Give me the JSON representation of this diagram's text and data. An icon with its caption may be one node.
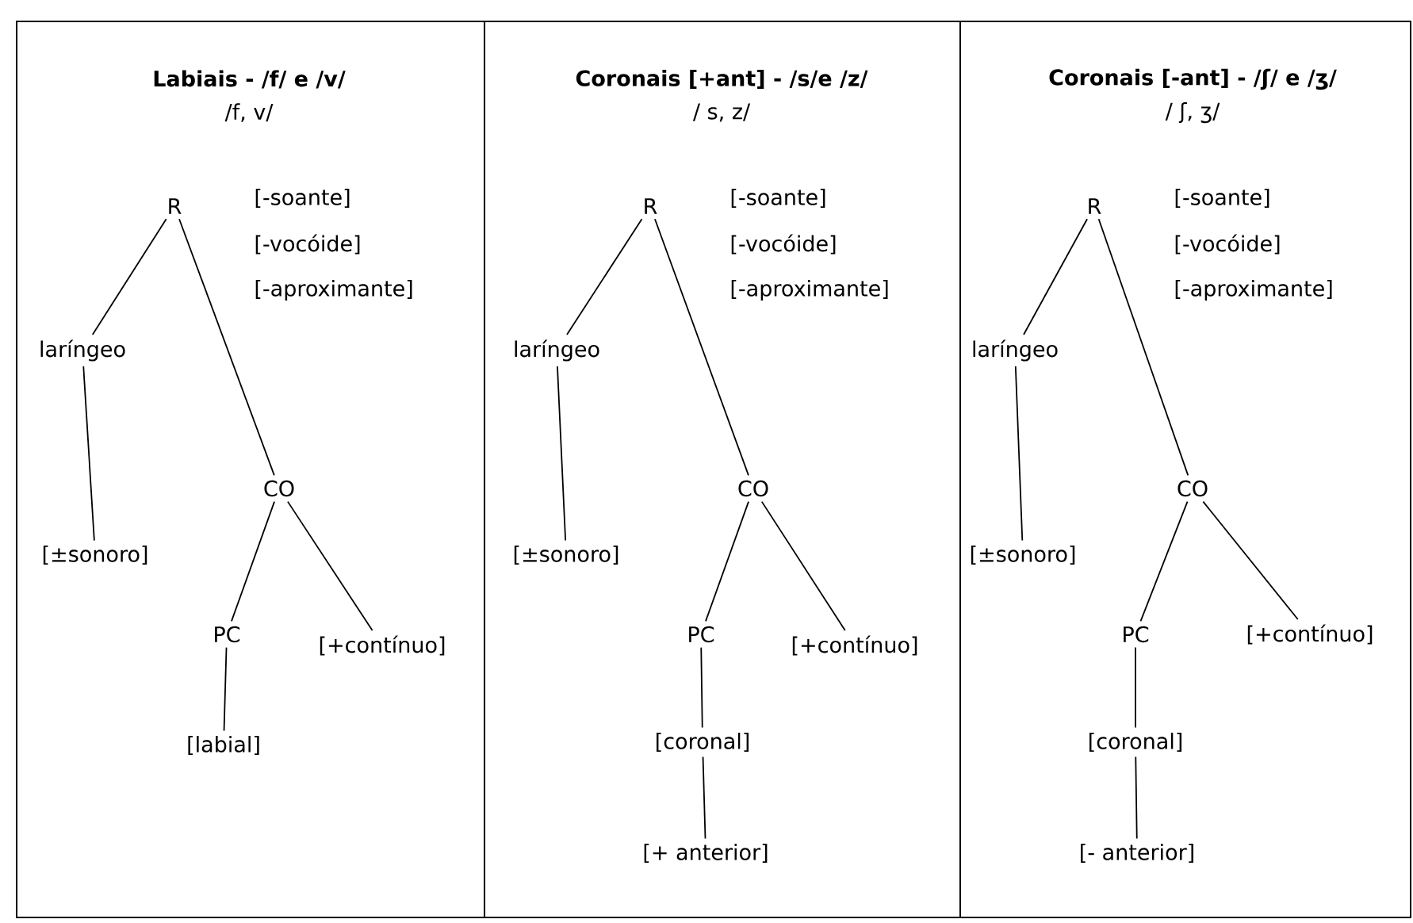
{
  "diagram": {
    "nodes": [
      {
        "text": [
          "Labiais - /f/ e /v/",
          "/f, v/"
        ]
      },
      {
        "text": [
          "R"
        ],
        "in": 0,
        "beside": [
          "[-soante]",
          "[-vocóide]",
          "[-aproximante]"
        ]
      },
      {
        "text": [
          "laríngeo"
        ],
        "in": 0
      },
      {
        "text": [
          "[±sonoro]"
        ],
        "in": 0
      },
      {
        "text": [
          "CO"
        ],
        "in": 0
      },
      {
        "text": [
          "PC"
        ],
        "in": 0
      },
      {
        "text": [
          "[+contínuo]"
        ],
        "in": 0
      },
      {
        "text": [
          "[labial]"
        ],
        "in": 0
      },
      {
        "text": [
          "Coronais [+ant] - /s/e /z/",
          "/ s, z/"
        ]
      },
      {
        "text": [
          "R"
        ],
        "in": 8,
        "beside": [
          "[-soante]",
          "[-vocóide]",
          "[-aproximante]"
        ]
      },
      {
        "text": [
          "laríngeo"
        ],
        "in": 8
      },
      {
        "text": [
          "[±sonoro]"
        ],
        "in": 8
      },
      {
        "text": [
          "CO"
        ],
        "in": 8
      },
      {
        "text": [
          "PC"
        ],
        "in": 8
      },
      {
        "text": [
          "[+contínuo]"
        ],
        "in": 8
      },
      {
        "text": [
          "[coronal]"
        ],
        "in": 8
      },
      {
        "text": [
          "[+ anterior]"
        ],
        "in": 8
      },
      {
        "text": [
          "Coronais [-ant] - /ʃ/ e /ʒ/",
          "/ ʃ, ʒ/"
        ]
      },
      {
        "text": [
          "R"
        ],
        "in": 17,
        "beside": [
          "[-soante]",
          "[-vocóide]",
          "[-aproximante]"
        ]
      },
      {
        "text": [
          "laríngeo"
        ],
        "in": 17
      },
      {
        "text": [
          "[±sonoro]"
        ],
        "in": 17
      },
      {
        "text": [
          "CO"
        ],
        "in": 17
      },
      {
        "text": [
          "PC"
        ],
        "in": 17
      },
      {
        "text": [
          "[+contínuo]"
        ],
        "in": 17
      },
      {
        "text": [
          "[coronal]"
        ],
        "in": 17
      },
      {
        "text": [
          "[- anterior]"
        ],
        "in": 17
      }
    ],
    "edges": [
      {
        "from": 1,
        "to": 2,
        "arrow": "none"
      },
      {
        "from": 1,
        "to": 4,
        "arrow": "none"
      },
      {
        "from": 2,
        "to": 3,
        "arrow": "none"
      },
      {
        "from": 4,
        "to": 5,
        "arrow": "none"
      },
      {
        "from": 4,
        "to": 6,
        "arrow": "none"
      },
      {
        "from": 5,
        "to": 7,
        "arrow": "none"
      },
      {
        "from": 9,
        "to": 10,
        "arrow": "none"
      },
      {
        "from": 9,
        "to": 12,
        "arrow": "none"
      },
      {
        "from": 10,
        "to": 11,
        "arrow": "none"
      },
      {
        "from": 12,
        "to": 13,
        "arrow": "none"
      },
      {
        "from": 12,
        "to": 14,
        "arrow": "none"
      },
      {
        "from": 13,
        "to": 15,
        "arrow": "none"
      },
      {
        "from": 15,
        "to": 16,
        "arrow": "none"
      },
      {
        "from": 18,
        "to": 19,
        "arrow": "none"
      },
      {
        "from": 18,
        "to": 21,
        "arrow": "none"
      },
      {
        "from": 19,
        "to": 20,
        "arrow": "none"
      },
      {
        "from": 21,
        "to": 22,
        "arrow": "none"
      },
      {
        "from": 21,
        "to": 23,
        "arrow": "none"
      },
      {
        "from": 22,
        "to": 24,
        "arrow": "none"
      },
      {
        "from": 24,
        "to": 25,
        "arrow": "none"
      }
    ]
  }
}
